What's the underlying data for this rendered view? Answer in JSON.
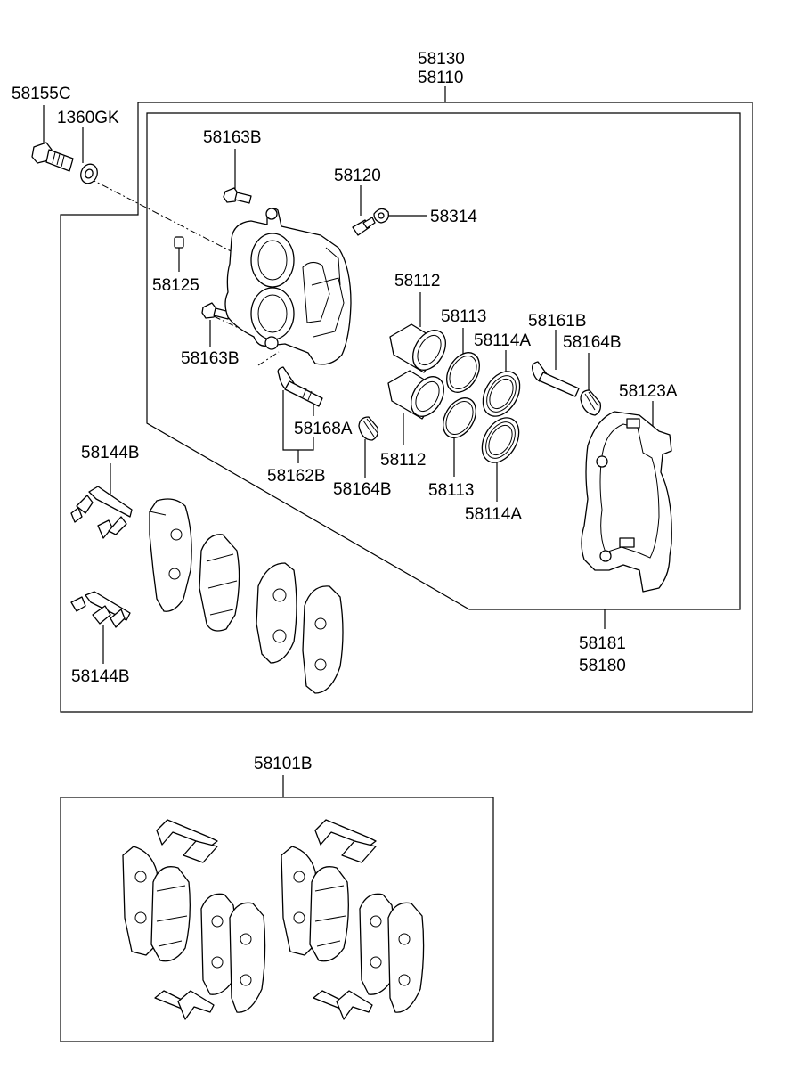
{
  "labels": {
    "l58130": "58130",
    "l58110": "58110",
    "l58155c": "58155C",
    "l1360gk": "1360GK",
    "l58163b_top": "58163B",
    "l58120": "58120",
    "l58314": "58314",
    "l58125": "58125",
    "l58163b_bot": "58163B",
    "l58112_top": "58112",
    "l58113_top": "58113",
    "l58114a_top": "58114A",
    "l58161b": "58161B",
    "l58164b_right": "58164B",
    "l58123a": "58123A",
    "l58168a": "58168A",
    "l58162b": "58162B",
    "l58164b_mid": "58164B",
    "l58112_bot": "58112",
    "l58113_bot": "58113",
    "l58114a_bot": "58114A",
    "l58144b_top": "58144B",
    "l58144b_bot": "58144B",
    "l58181": "58181",
    "l58180": "58180",
    "l58101b": "58101B"
  }
}
